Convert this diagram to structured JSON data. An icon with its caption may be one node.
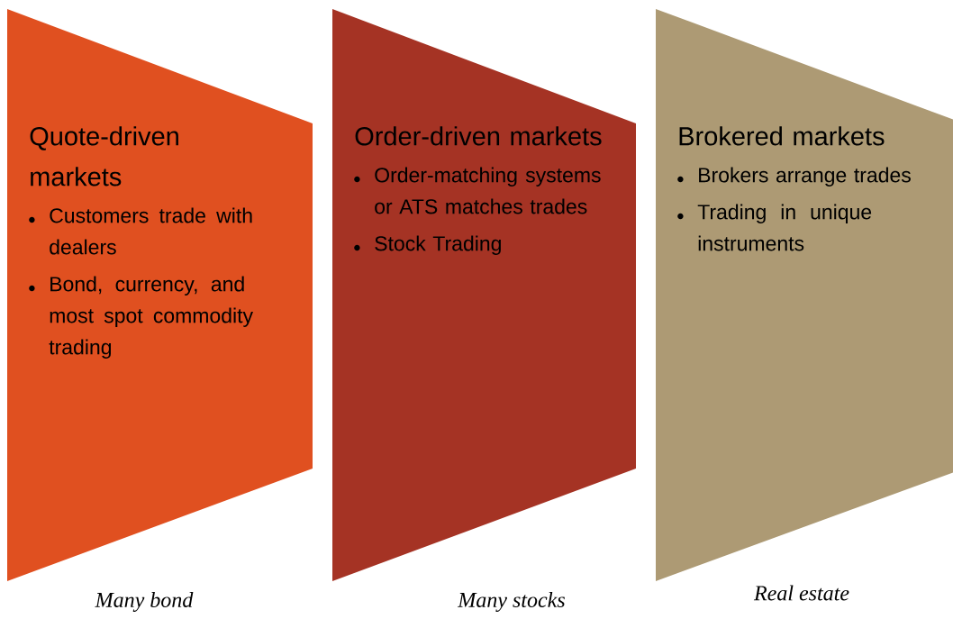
{
  "diagram": {
    "nodes": [
      {
        "text": [
          "Quote-driven markets",
          "Customers trade with dealers",
          "Bond, currency, and most spot commodity trading"
        ],
        "beside": [
          "Many bond"
        ]
      },
      {
        "text": [
          "Order-driven markets",
          "Order-matching systems or ATS matches trades",
          "Stock Trading"
        ],
        "beside": [
          "Many stocks"
        ]
      },
      {
        "text": [
          "Brokered markets",
          "Brokers arrange trades",
          "Trading in unique instruments"
        ],
        "beside": [
          "Real estate"
        ]
      }
    ]
  }
}
